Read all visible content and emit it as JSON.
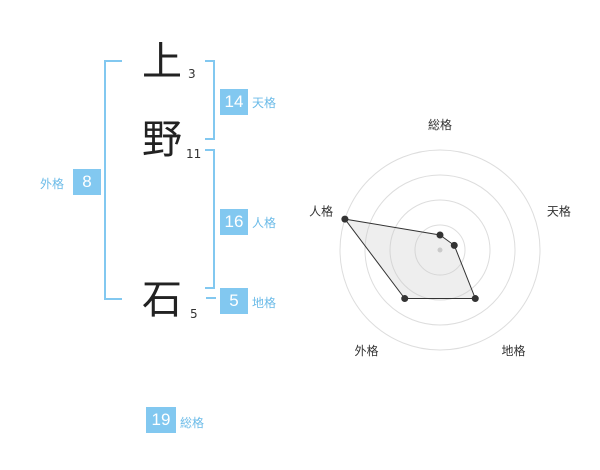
{
  "characters": [
    {
      "char": "上",
      "strokes": "3"
    },
    {
      "char": "野",
      "strokes": "11"
    },
    {
      "char": "石",
      "strokes": "5"
    }
  ],
  "fortunes": {
    "tenkaku": {
      "label": "天格",
      "value": "14"
    },
    "jinkaku": {
      "label": "人格",
      "value": "16"
    },
    "chikaku": {
      "label": "地格",
      "value": "5"
    },
    "gaikaku": {
      "label": "外格",
      "value": "8"
    },
    "soukaku": {
      "label": "総格",
      "value": "19"
    }
  },
  "colors": {
    "accent": "#82c8f0",
    "label": "#6bbbe8"
  },
  "chart_data": {
    "type": "radar",
    "axes": [
      "総格",
      "天格",
      "地格",
      "外格",
      "人格"
    ],
    "values": [
      0.15,
      0.15,
      0.6,
      0.6,
      1.0
    ],
    "rings": 4,
    "range": [
      0,
      1
    ]
  }
}
